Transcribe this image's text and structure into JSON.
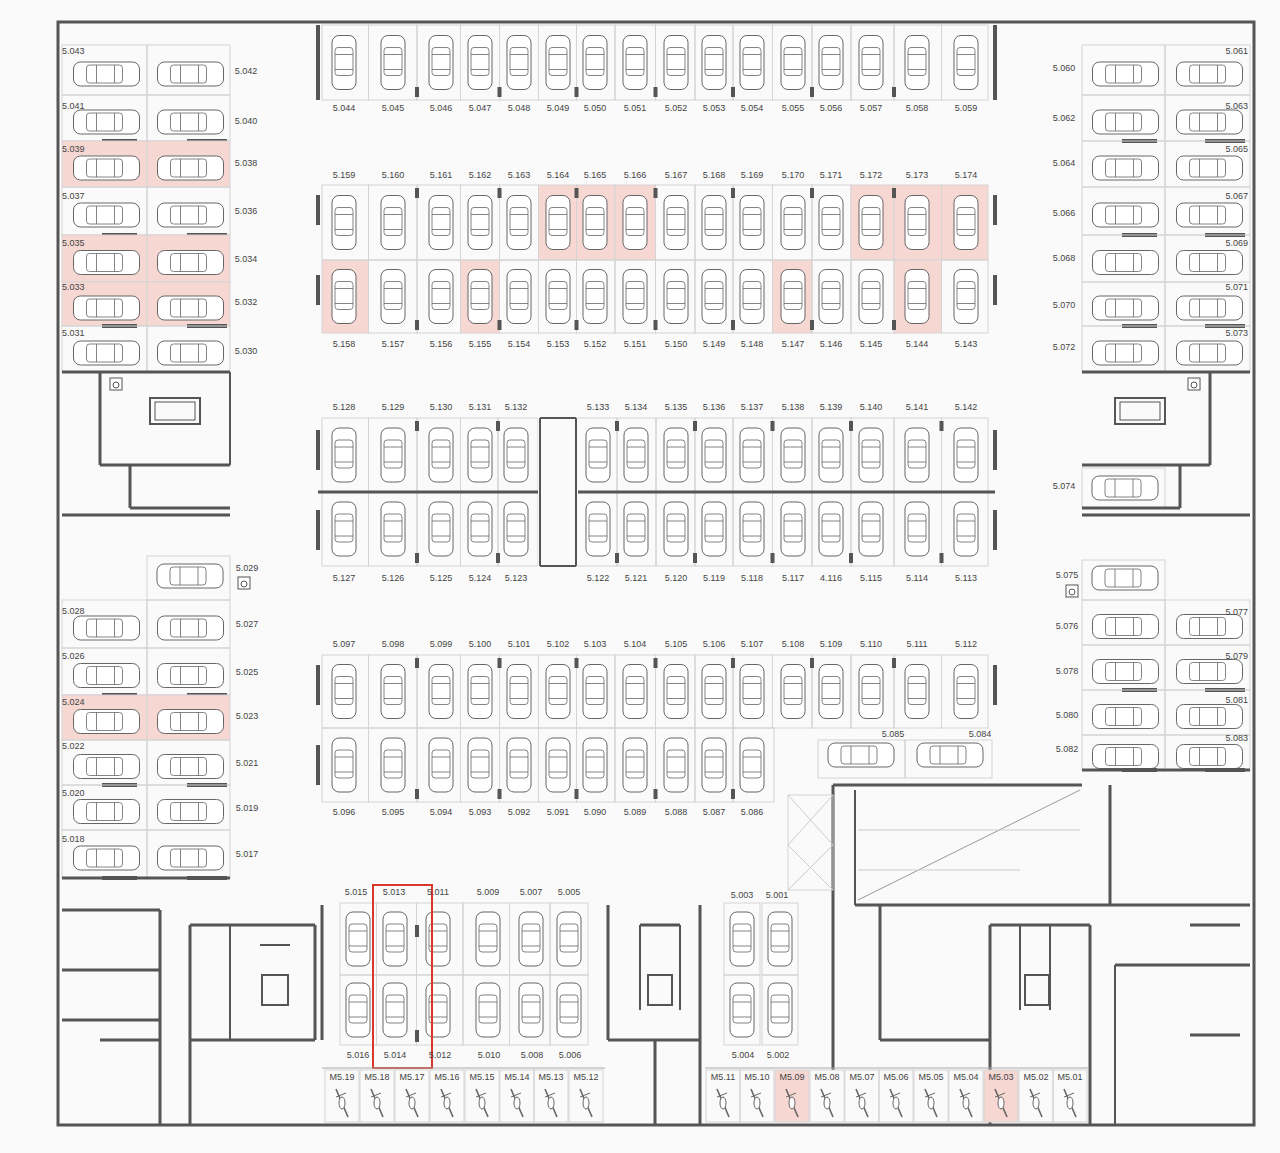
{
  "diagram": {
    "labels": [
      "5.043",
      "5.042",
      "5.041",
      "5.040",
      "5.039",
      "5.038",
      "5.037",
      "5.036",
      "5.035",
      "5.034",
      "5.033",
      "5.032",
      "5.031",
      "5.030",
      "5.044",
      "5.045",
      "5.046",
      "5.047",
      "5.048",
      "5.049",
      "5.050",
      "5.051",
      "5.052",
      "5.053",
      "5.054",
      "5.055",
      "5.056",
      "5.057",
      "5.058",
      "5.059",
      "5.159",
      "5.160",
      "5.161",
      "5.162",
      "5.163",
      "5.164",
      "5.165",
      "5.166",
      "5.167",
      "5.168",
      "5.169",
      "5.170",
      "5.171",
      "5.172",
      "5.173",
      "5.174",
      "5.158",
      "5.157",
      "5.156",
      "5.155",
      "5.154",
      "5.153",
      "5.152",
      "5.151",
      "5.150",
      "5.149",
      "5.148",
      "5.147",
      "5.146",
      "5.145",
      "5.144",
      "5.143",
      "5.128",
      "5.129",
      "5.130",
      "5.131",
      "5.132",
      "5.133",
      "5.134",
      "5.135",
      "5.136",
      "5.137",
      "5.138",
      "5.139",
      "5.140",
      "5.141",
      "5.142",
      "5.127",
      "5.126",
      "5.125",
      "5.124",
      "5.123",
      "5.122",
      "5.121",
      "5.120",
      "5.119",
      "5.118",
      "5.117",
      "4.116",
      "5.115",
      "5.114",
      "5.113",
      "5.097",
      "5.098",
      "5.099",
      "5.100",
      "5.101",
      "5.102",
      "5.103",
      "5.104",
      "5.105",
      "5.106",
      "5.107",
      "5.108",
      "5.109",
      "5.110",
      "5.111",
      "5.112",
      "5.096",
      "5.095",
      "5.094",
      "5.093",
      "5.092",
      "5.091",
      "5.090",
      "5.089",
      "5.088",
      "5.087",
      "5.086",
      "5.085",
      "5.084",
      "5.029",
      "5.028",
      "5.027",
      "5.026",
      "5.025",
      "5.024",
      "5.023",
      "5.022",
      "5.021",
      "5.020",
      "5.019",
      "5.018",
      "5.017",
      "5.061",
      "5.060",
      "5.063",
      "5.062",
      "5.065",
      "5.064",
      "5.067",
      "5.066",
      "5.069",
      "5.068",
      "5.071",
      "5.070",
      "5.073",
      "5.072",
      "5.074",
      "5.075",
      "5.077",
      "5.076",
      "5.079",
      "5.078",
      "5.081",
      "5.080",
      "5.083",
      "5.082",
      "5.015",
      "5.013",
      "5.011",
      "5.009",
      "5.007",
      "5.005",
      "5.016",
      "5.014",
      "5.012",
      "5.010",
      "5.008",
      "5.006",
      "5.003",
      "5.001",
      "5.004",
      "5.002",
      "M5.19",
      "M5.18",
      "M5.17",
      "M5.16",
      "M5.15",
      "M5.14",
      "M5.13",
      "M5.12",
      "M5.11",
      "M5.10",
      "M5.09",
      "M5.08",
      "M5.07",
      "M5.06",
      "M5.05",
      "M5.04",
      "M5.03",
      "M5.02",
      "M5.01"
    ]
  }
}
